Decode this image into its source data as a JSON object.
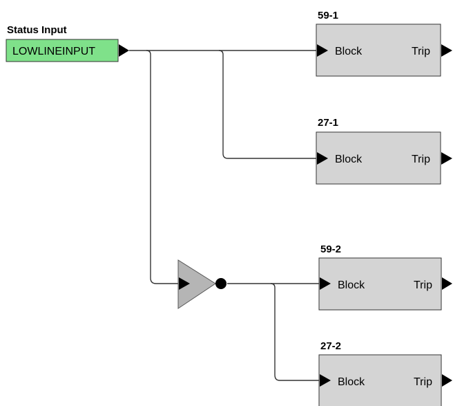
{
  "status_input": {
    "title": "Status Input",
    "value": "LOWLINEINPUT",
    "fill_color": "#7fe18a"
  },
  "blocks": [
    {
      "name": "59-1",
      "input_label": "Block",
      "output_label": "Trip"
    },
    {
      "name": "27-1",
      "input_label": "Block",
      "output_label": "Trip"
    },
    {
      "name": "59-2",
      "input_label": "Block",
      "output_label": "Trip"
    },
    {
      "name": "27-2",
      "input_label": "Block",
      "output_label": "Trip"
    }
  ],
  "not_gate": {
    "icon": "not-gate-icon",
    "fill_color": "#b5b5b5"
  },
  "colors": {
    "block_fill": "#d4d4d4",
    "wire": "#333333"
  }
}
